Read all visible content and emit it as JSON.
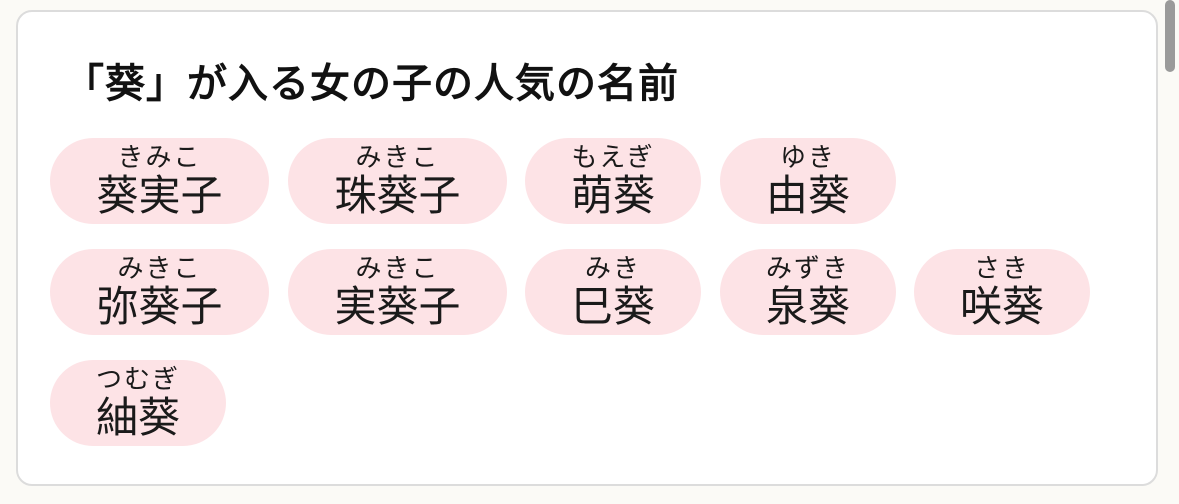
{
  "card": {
    "title": "「葵」が入る女の子の人気の名前"
  },
  "names": {
    "row1": [
      {
        "reading": "きみこ",
        "kanji": "葵実子"
      },
      {
        "reading": "みきこ",
        "kanji": "珠葵子"
      },
      {
        "reading": "もえぎ",
        "kanji": "萌葵"
      },
      {
        "reading": "ゆき",
        "kanji": "由葵"
      }
    ],
    "row2": [
      {
        "reading": "みきこ",
        "kanji": "弥葵子"
      },
      {
        "reading": "みきこ",
        "kanji": "実葵子"
      },
      {
        "reading": "みき",
        "kanji": "巳葵"
      },
      {
        "reading": "みずき",
        "kanji": "泉葵"
      },
      {
        "reading": "さき",
        "kanji": "咲葵"
      }
    ],
    "row3": [
      {
        "reading": "つむぎ",
        "kanji": "紬葵"
      }
    ]
  },
  "colors": {
    "pill_background": "#fde3e6",
    "card_border": "#dcdcdc",
    "page_background": "#fbfaf6"
  }
}
